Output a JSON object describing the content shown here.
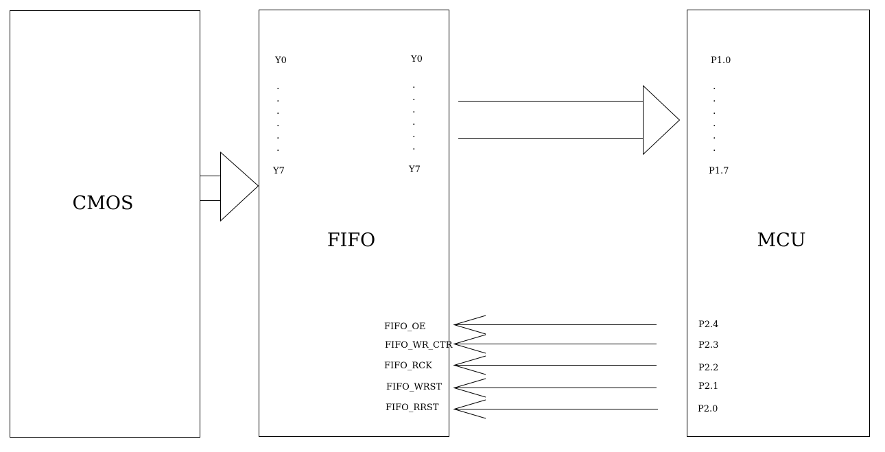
{
  "blocks": {
    "cmos": "CMOS",
    "fifo": "FIFO",
    "mcu": "MCU"
  },
  "fifo_pins": {
    "in_top": "Y0",
    "in_bottom": "Y7",
    "out_top": "Y0",
    "out_bottom": "Y7",
    "oe": "FIFO_OE",
    "wr_ctr": "FIFO_WR_CTR",
    "rck": "FIFO_RCK",
    "wrst": "FIFO_WRST",
    "rrst": "FIFO_RRST"
  },
  "mcu_pins": {
    "p1_top": "P1.0",
    "p1_bottom": "P1.7",
    "p24": "P2.4",
    "p23": "P2.3",
    "p22": "P2.2",
    "p21": "P2.1",
    "p20": "P2.0"
  },
  "dots": "."
}
